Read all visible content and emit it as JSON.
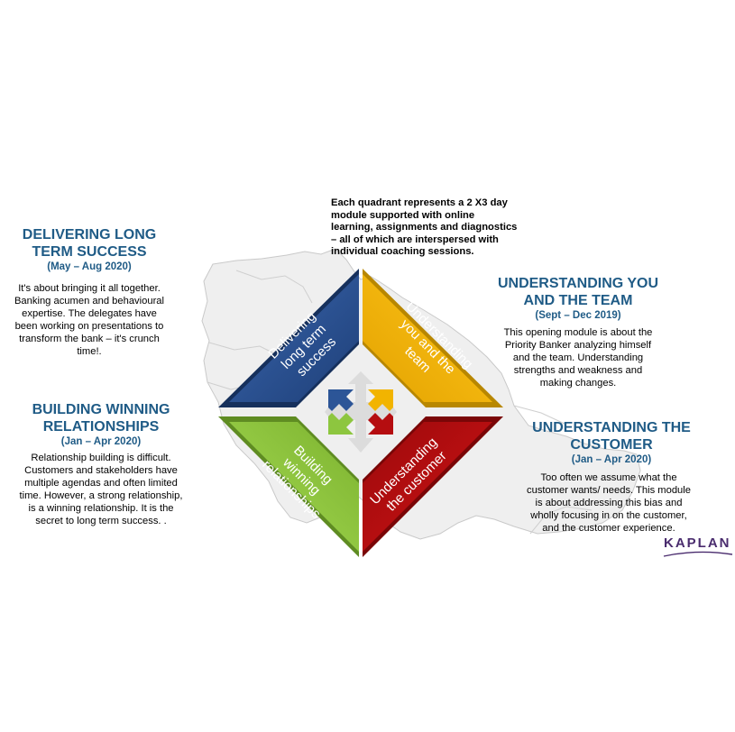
{
  "intro": {
    "lines": [
      "Each quadrant represents a 2 X3 day",
      "module supported with online",
      "learning, assignments and diagnostics",
      "– all of which are interspersed with",
      "individual coaching sessions."
    ]
  },
  "sections": {
    "delivering": {
      "title_lines": [
        "DELIVERING LONG",
        "TERM SUCCESS"
      ],
      "date": "(May – Aug 2020)",
      "body_lines": [
        "It's about bringing it all together.",
        "Banking acumen and behavioural",
        "expertise.  The delegates have",
        "been working on presentations to",
        "transform the bank – it's crunch",
        "time!."
      ]
    },
    "building": {
      "title_lines": [
        "BUILDING WINNING",
        "RELATIONSHIPS"
      ],
      "date": "(Jan – Apr 2020)",
      "body_lines": [
        "Relationship building is difficult.",
        "Customers and stakeholders have",
        "multiple agendas and often limited",
        "time. However, a strong relationship,",
        "is a winning relationship. It is the",
        "secret to long term success. ."
      ]
    },
    "understanding_you": {
      "title_lines": [
        "UNDERSTANDING YOU",
        "AND THE TEAM"
      ],
      "date": "(Sept – Dec 2019)",
      "body_lines": [
        "This opening module is about the",
        "Priority Banker analyzing himself",
        "and the team. Understanding",
        "strengths and weakness and",
        "making changes."
      ]
    },
    "understanding_customer": {
      "title_lines": [
        "UNDERSTANDING THE",
        "CUSTOMER"
      ],
      "date": "(Jan – Apr 2020)",
      "body_lines": [
        "Too often we assume what the",
        "customer wants/ needs. This module",
        "is about addressing this bias and",
        "wholly focusing in on the customer,",
        "and the customer experience."
      ]
    }
  },
  "quadrants": {
    "top_left": {
      "lines": [
        "Delivering",
        "long term",
        "success"
      ],
      "color": "#2c5597"
    },
    "top_right": {
      "lines": [
        "Understanding",
        "you and the",
        "team"
      ],
      "color": "#f2b400"
    },
    "bottom_left": {
      "lines": [
        "Building",
        "winning",
        "relationships"
      ],
      "color": "#8dc63f"
    },
    "bottom_right": {
      "lines": [
        "Understanding",
        "the customer"
      ],
      "color": "#b50d10"
    }
  },
  "logo": {
    "text": "KAPLAN"
  }
}
